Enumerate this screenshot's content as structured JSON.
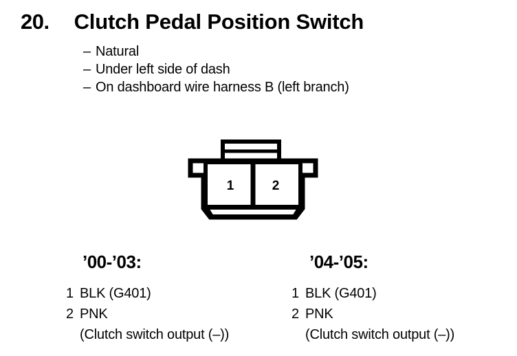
{
  "document": {
    "item_number": "20.",
    "title": "Clutch Pedal Position Switch"
  },
  "description": {
    "dash": "–",
    "lines": [
      "Natural",
      "Under left side of dash",
      "On dashboard wire harness B (left branch)"
    ]
  },
  "connector": {
    "name": "2-pin connector diagram",
    "cavity_labels": [
      "1",
      "2"
    ],
    "stroke_color": "#000000",
    "fill_color": "#ffffff"
  },
  "pinout_columns": [
    {
      "year_label": "’00-’03:",
      "pins": [
        {
          "index": "1",
          "desc": "BLK (G401)",
          "continuation": false
        },
        {
          "index": "2",
          "desc": "PNK",
          "continuation": false
        },
        {
          "index": "",
          "desc": "(Clutch switch output (–))",
          "continuation": true
        }
      ]
    },
    {
      "year_label": "’04-’05:",
      "pins": [
        {
          "index": "1",
          "desc": "BLK (G401)",
          "continuation": false
        },
        {
          "index": "2",
          "desc": "PNK",
          "continuation": false
        },
        {
          "index": "",
          "desc": "(Clutch switch output (–))",
          "continuation": true
        }
      ]
    }
  ]
}
